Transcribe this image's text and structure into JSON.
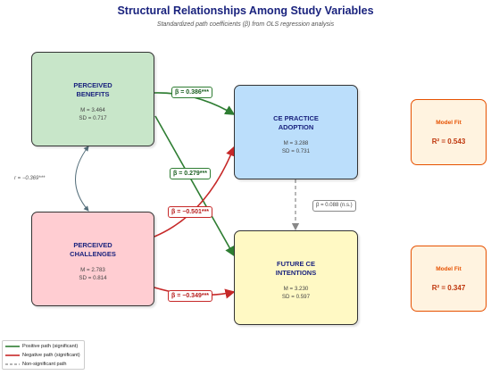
{
  "title": "Structural Relationships Among Study Variables",
  "subtitle": "Standardized path coefficients (β) from OLS regression analysis",
  "nodes": {
    "benefits": {
      "name_line1": "PERCEIVED",
      "name_line2": "BENEFITS",
      "mean": "M = 3.464",
      "sd": "SD = 0.717",
      "color": "#c8e6c9"
    },
    "challenges": {
      "name_line1": "PERCEIVED",
      "name_line2": "CHALLENGES",
      "mean": "M = 2.783",
      "sd": "SD = 0.814",
      "color": "#ffcdd2"
    },
    "adoption": {
      "name_line1": "CE PRACTICE",
      "name_line2": "ADOPTION",
      "mean": "M = 3.288",
      "sd": "SD = 0.731",
      "color": "#bbdefb"
    },
    "intentions": {
      "name_line1": "FUTURE CE",
      "name_line2": "INTENTIONS",
      "mean": "M = 3.230",
      "sd": "SD = 0.597",
      "color": "#fff9c4"
    }
  },
  "paths": {
    "benefits_adoption": "β = 0.386***",
    "benefits_intentions": "β = 0.279***",
    "challenges_adoption": "β = −0.501***",
    "challenges_intentions": "β = −0.349***",
    "adoption_intentions": "β = 0.088 (n.s.)"
  },
  "correlation": "r = −0.369***",
  "model_fit": [
    {
      "label": "Model Fit",
      "value": "R² = 0.543"
    },
    {
      "label": "Model Fit",
      "value": "R² = 0.347"
    }
  ],
  "legend": [
    {
      "label": "Positive path (significant)",
      "color": "#2e7d32",
      "style": "solid"
    },
    {
      "label": "Negative path (significant)",
      "color": "#c62828",
      "style": "solid"
    },
    {
      "label": "Non-significant path",
      "color": "#888888",
      "style": "dashed"
    }
  ],
  "colors": {
    "positive": "#2e7d32",
    "negative": "#c62828",
    "nonsig": "#888888",
    "correlation": "#546e7a",
    "fit": "#e65100"
  }
}
